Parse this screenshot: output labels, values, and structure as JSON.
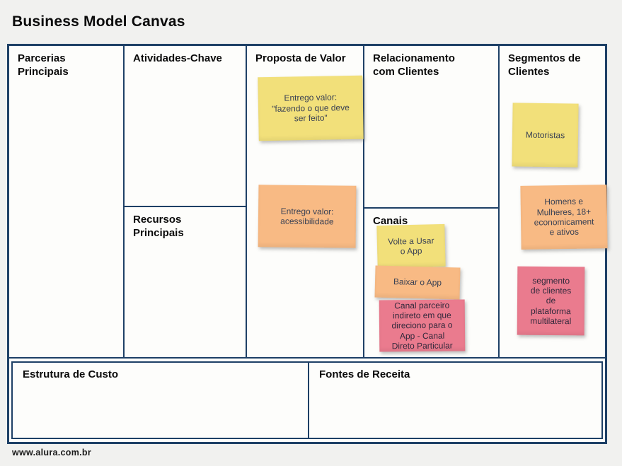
{
  "page": {
    "title": "Business Model Canvas",
    "footer": "www.alura.com.br"
  },
  "colors": {
    "border_navy": "#1e4066",
    "page_background": "#f1f1ef",
    "cell_background": "#fdfdfb",
    "note_yellow": "#f2e07a",
    "note_orange": "#f8ba84",
    "note_pink": "#ea7b8e",
    "note_text": "#3b4254"
  },
  "sections": {
    "parcerias": {
      "label": "Parcerias\nPrincipais"
    },
    "atividades": {
      "label": "Atividades-Chave"
    },
    "recursos": {
      "label": "Recursos\nPrincipais"
    },
    "proposta": {
      "label": "Proposta de Valor"
    },
    "relacionamento": {
      "label": "Relacionamento\ncom Clientes"
    },
    "canais": {
      "label": "Canais"
    },
    "segmentos": {
      "label": "Segmentos de\nClientes"
    },
    "custo": {
      "label": "Estrutura de Custo"
    },
    "receita": {
      "label": "Fontes de Receita"
    }
  },
  "notes": {
    "proposta_fazendo": {
      "color": "yellow",
      "text": "Entrego valor:\n\"fazendo o que deve\nser feito\""
    },
    "proposta_acessibilidade": {
      "color": "orange",
      "text": "Entrego valor:\nacessibilidade"
    },
    "canais_volte": {
      "color": "yellow",
      "text": "Volte a Usar\no App"
    },
    "canais_baixar": {
      "color": "orange",
      "text": "Baixar o App"
    },
    "canais_canal_parceiro": {
      "color": "pink",
      "text": "Canal parceiro\nindireto em que\ndireciono para o\nApp - Canal\nDireto Particular"
    },
    "segmentos_motoristas": {
      "color": "yellow",
      "text": "Motoristas"
    },
    "segmentos_homens_mulheres": {
      "color": "orange",
      "text": "Homens e\nMulheres, 18+\neconomicament\ne ativos"
    },
    "segmentos_plataforma": {
      "color": "pink",
      "text": "segmento\nde clientes\nde\nplataforma\nmultilateral"
    }
  }
}
